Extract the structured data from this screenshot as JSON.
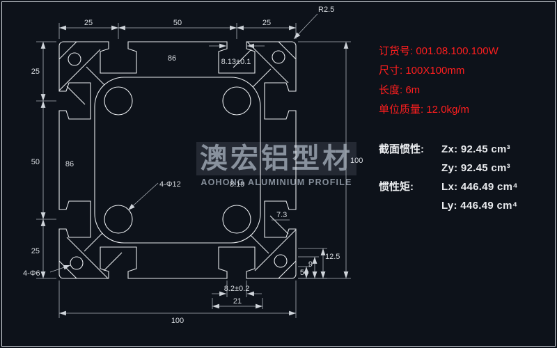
{
  "colors": {
    "background": "#0d121a",
    "line": "#e8ebee",
    "dim": "#cfd4da",
    "red_text": "#ff1e1e",
    "watermark": "#969fac"
  },
  "dims": {
    "top_left": "25",
    "top_mid": "50",
    "top_right": "25",
    "left_top": "25",
    "left_mid": "50",
    "left_bottom": "25",
    "right_height": "100",
    "bottom_width": "100",
    "corner_radius": "R2.5",
    "top_slot": "8.13±0.1",
    "inner_span_top": "86",
    "inner_span_left": "86",
    "holes_large": "4-Φ12",
    "center_dim": "8.19",
    "web": "7.3",
    "holes_small": "4-Φ6",
    "bottom_slot": "8.2±0.2",
    "slot_inner_width": "21",
    "step_a": "12.5",
    "step_b": "9",
    "step_c": "5"
  },
  "watermark": {
    "cn": "澳宏铝型材",
    "en": "AOHONG ALUMINIUM PROFILE"
  },
  "info_red": [
    {
      "label": "订货号:",
      "value": "001.08.100.100W"
    },
    {
      "label": "尺寸:",
      "value": "100X100mm"
    },
    {
      "label": "长度:",
      "value": "6m"
    },
    {
      "label": "单位质量:",
      "value": "12.0kg/m"
    }
  ],
  "info_white": [
    {
      "label": "截面惯性:",
      "value": "Zx: 92.45 cm³"
    },
    {
      "label": "",
      "value": "Zy: 92.45 cm³"
    },
    {
      "label": "惯性矩:",
      "value": "Lx: 446.49 cm⁴"
    },
    {
      "label": "",
      "value": "Ly: 446.49 cm⁴"
    }
  ]
}
